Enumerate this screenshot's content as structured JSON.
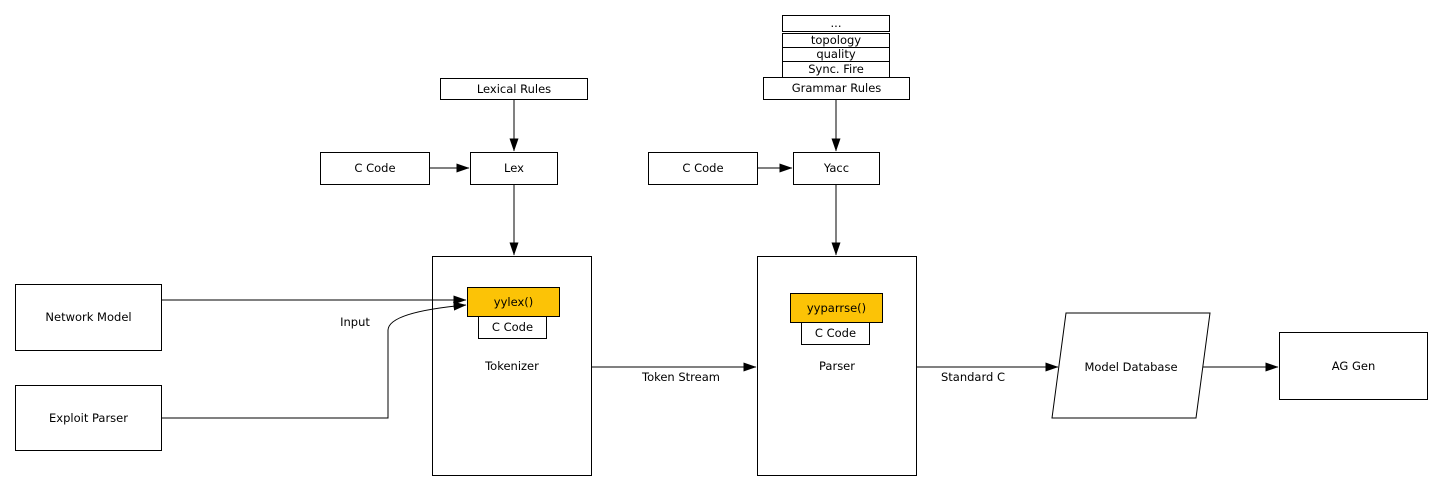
{
  "diagram": {
    "background": "#ffffff",
    "line_color": "#000000",
    "highlight_color": "#fcc306"
  },
  "stack": {
    "rows": [
      "...",
      "topology",
      "quality",
      "Sync. Fire"
    ],
    "base": "Grammar Rules"
  },
  "nodes": {
    "lexical_rules": "Lexical Rules",
    "c_code_lex": "C Code",
    "lex": "Lex",
    "c_code_yacc": "C Code",
    "yacc": "Yacc",
    "network_model": "Network Model",
    "exploit_parser": "Exploit Parser",
    "tokenizer": "Tokenizer",
    "yylex": "yylex()",
    "c_code_tokenizer": "C Code",
    "parser": "Parser",
    "yyparse": "yyparrse()",
    "c_code_parser": "C Code",
    "model_database": "Model Database",
    "ag_gen": "AG Gen"
  },
  "edge_labels": {
    "input": "Input",
    "token_stream": "Token Stream",
    "standard_c": "Standard C"
  }
}
